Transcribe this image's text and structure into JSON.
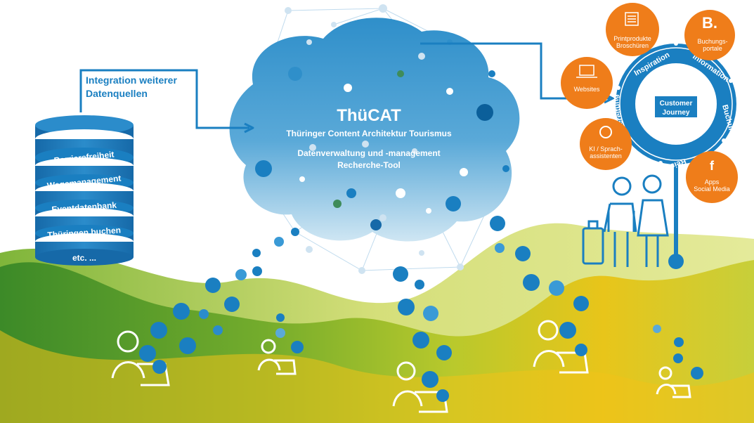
{
  "integration": {
    "line1": "Integration weiterer",
    "line2": "Datenquellen"
  },
  "database": {
    "layers": [
      "Barrierefreiheit",
      "Wegemanagement",
      "Eventdatenbank",
      "Thüringen buchen",
      "etc. ..."
    ]
  },
  "cloud": {
    "title": "ThüCAT",
    "subtitle": "Thüringer Content Architektur Tourismus",
    "line1": "Datenverwaltung und -management",
    "line2": "Recherche-Tool"
  },
  "journey": {
    "center_line1": "Customer",
    "center_line2": "Journey",
    "ring_words": [
      "Inspiration",
      "Information",
      "Buchung",
      "Reise",
      "Nachbereitung"
    ]
  },
  "channels": [
    {
      "icon": "brochure-icon",
      "line1": "Printprodukte",
      "line2": "Broschüren"
    },
    {
      "icon": "booking-b-icon",
      "line1": "Buchungs-",
      "line2": "portale"
    },
    {
      "icon": "laptop-icon",
      "line1": "Websites",
      "line2": ""
    },
    {
      "icon": "voice-assistant-icon",
      "line1": "KI / Sprach-",
      "line2": "assistenten"
    },
    {
      "icon": "facebook-icon",
      "line1": "Apps",
      "line2": "Social Media"
    }
  ],
  "colors": {
    "blue": "#1a7fc1",
    "dark_blue": "#0b5f9a",
    "orange": "#ef7d1a",
    "green_dark": "#3f8a2a",
    "green_light": "#a9cc3a",
    "yellow": "#f2c51c"
  }
}
